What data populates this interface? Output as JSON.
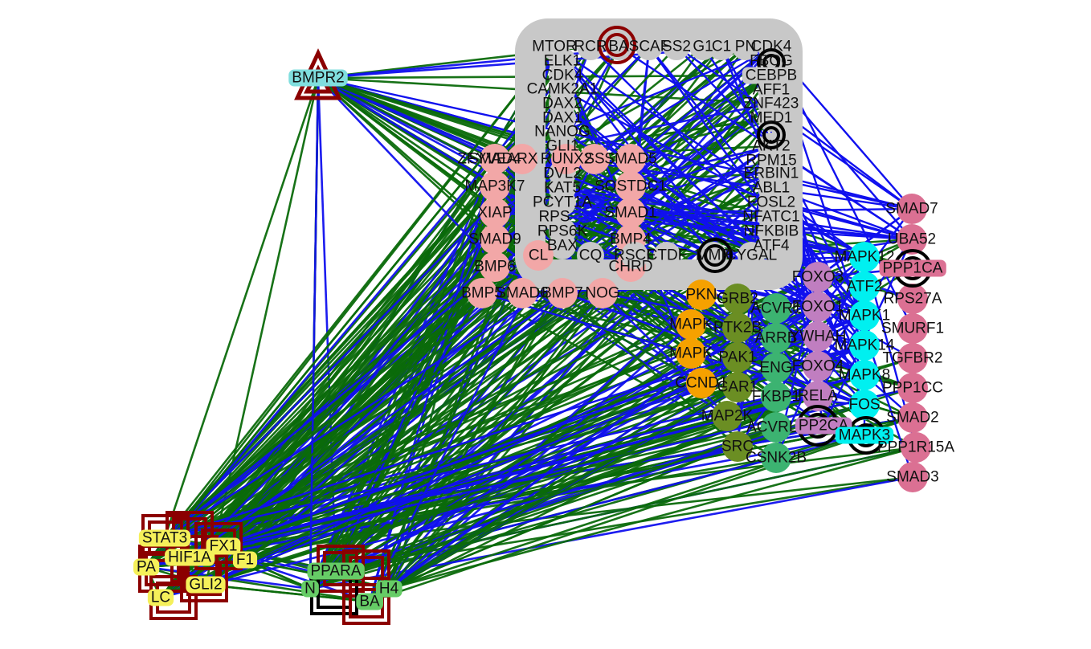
{
  "colors": {
    "edge_green": "#0b6a0b",
    "edge_blue": "#1010ee",
    "gray": "#c8c8c8",
    "pink": "#f2a7a7",
    "orange": "#f5a100",
    "olive": "#6b8e23",
    "mediumseagreen": "#3cb371",
    "orchid": "#c07ec0",
    "cyan": "#00f0f0",
    "rose": "#db7093",
    "yellow": "#f5f05a",
    "lightgreen": "#66cc66",
    "darkred": "#8b0000",
    "teal_box": "#80dede"
  },
  "nodes": {
    "mtor": "MTOR",
    "rcr": "RCR",
    "ba": "BA",
    "scaf": "SCAF",
    "ss2": "SS2",
    "g1": "G1",
    "c1": "C1",
    "p_pn": "PN",
    "cdk4": "CDK4",
    "bmpr2": "BMPR2",
    "elk1": "ELK1",
    "cdk4b": "CDK4",
    "camk": "CAMK2A1",
    "fbog": "FBOG",
    "cebpb": "CEBPB",
    "dax2": "DAX2",
    "dax1": "DAX1",
    "nanog": "NANOG",
    "gli1": "GLI1",
    "dvl2": "DVL2",
    "kat5": "KAT5",
    "pcytta": "PCYT1A",
    "rps": "RPS",
    "rps6k": "RPS6K",
    "bax": "BAX",
    "aff1": "AFF1",
    "znf": "ZNF423",
    "med1": "MED1",
    "akt2": "AKT2",
    "rpm15": "RPM15",
    "erbin": "ERBIN1",
    "abl": "ABL1",
    "fosl2": "FOSL2",
    "nfatc": "NFATC1",
    "nkb": "NFKBIB",
    "atf4": "ATF4",
    "smad4": "SMAD4",
    "zfyve": "ZFYVE",
    "arx": "ARX",
    "runx2": "RUNX2",
    "ss_s": "SS",
    "smad5": "SMAD5",
    "map3k7": "MAP3K7",
    "sostdc1": "SOSTDC1",
    "xiap": "XIAP",
    "smad1": "SMAD1",
    "smad9": "SMAD9",
    "bmp4": "BMP4",
    "bmp6": "BMP6",
    "cl": "CL",
    "cq": "CQ",
    "chrd": "CHRD",
    "bmp5": "BMP5",
    "smad6": "SMAD6",
    "bmp7": "BMP7",
    "nog": "NOG",
    "rscf": "RSCF",
    "ctdf": "CTDF",
    "mmp": "MMP",
    "cygal": "CYGAL",
    "pkn": "PKN",
    "mapk_o1": "MAPK",
    "mapk_o2": "MAPK",
    "ccnd1": "CCND1",
    "grb2": "GRB2",
    "ptk2b": "PTK2B",
    "pak1": "PAK1",
    "carb": "CAR1",
    "map2k": "MAP2K",
    "src": "SRC",
    "acvr1": "ACVR1",
    "arrb": "ARRB",
    "eng": "ENG",
    "fkbp1": "FKBP1",
    "acvrl1": "ACVRL1",
    "csnk2b": "CSNK2B",
    "foxo3": "FOXO3",
    "foxo1": "FOXO1",
    "ywhah": "YWHAH",
    "foxo4": "FOXO4",
    "rela": "RELA",
    "pp2ca": "PP2CA",
    "mapk12": "MAPK12",
    "atf2": "ATF2",
    "mapk1": "MAPK1",
    "mapk14": "MAPK14",
    "mapk8": "MAPK8",
    "fos": "FOS",
    "mapk3": "MAPK3",
    "smad7": "SMAD7",
    "uba52": "UBA52",
    "ppp1ca": "PPP1CA",
    "rps27a": "RPS27A",
    "smurf1": "SMURF1",
    "tgfbr2": "TGFBR2",
    "ppp1cc": "PPP1CC",
    "smad2": "SMAD2",
    "ppp1r15a": "PPP1R15A",
    "smad3": "SMAD3",
    "stat3": "STAT3",
    "hif1a": "HIF1A",
    "fx1": "FX1",
    "f1": "F1",
    "pa": "PA",
    "lc": "LC",
    "gli2": "GLI2",
    "ppara": "PPARA",
    "n_lbl": "N",
    "h4": "H4",
    "ba_g": "BA"
  }
}
